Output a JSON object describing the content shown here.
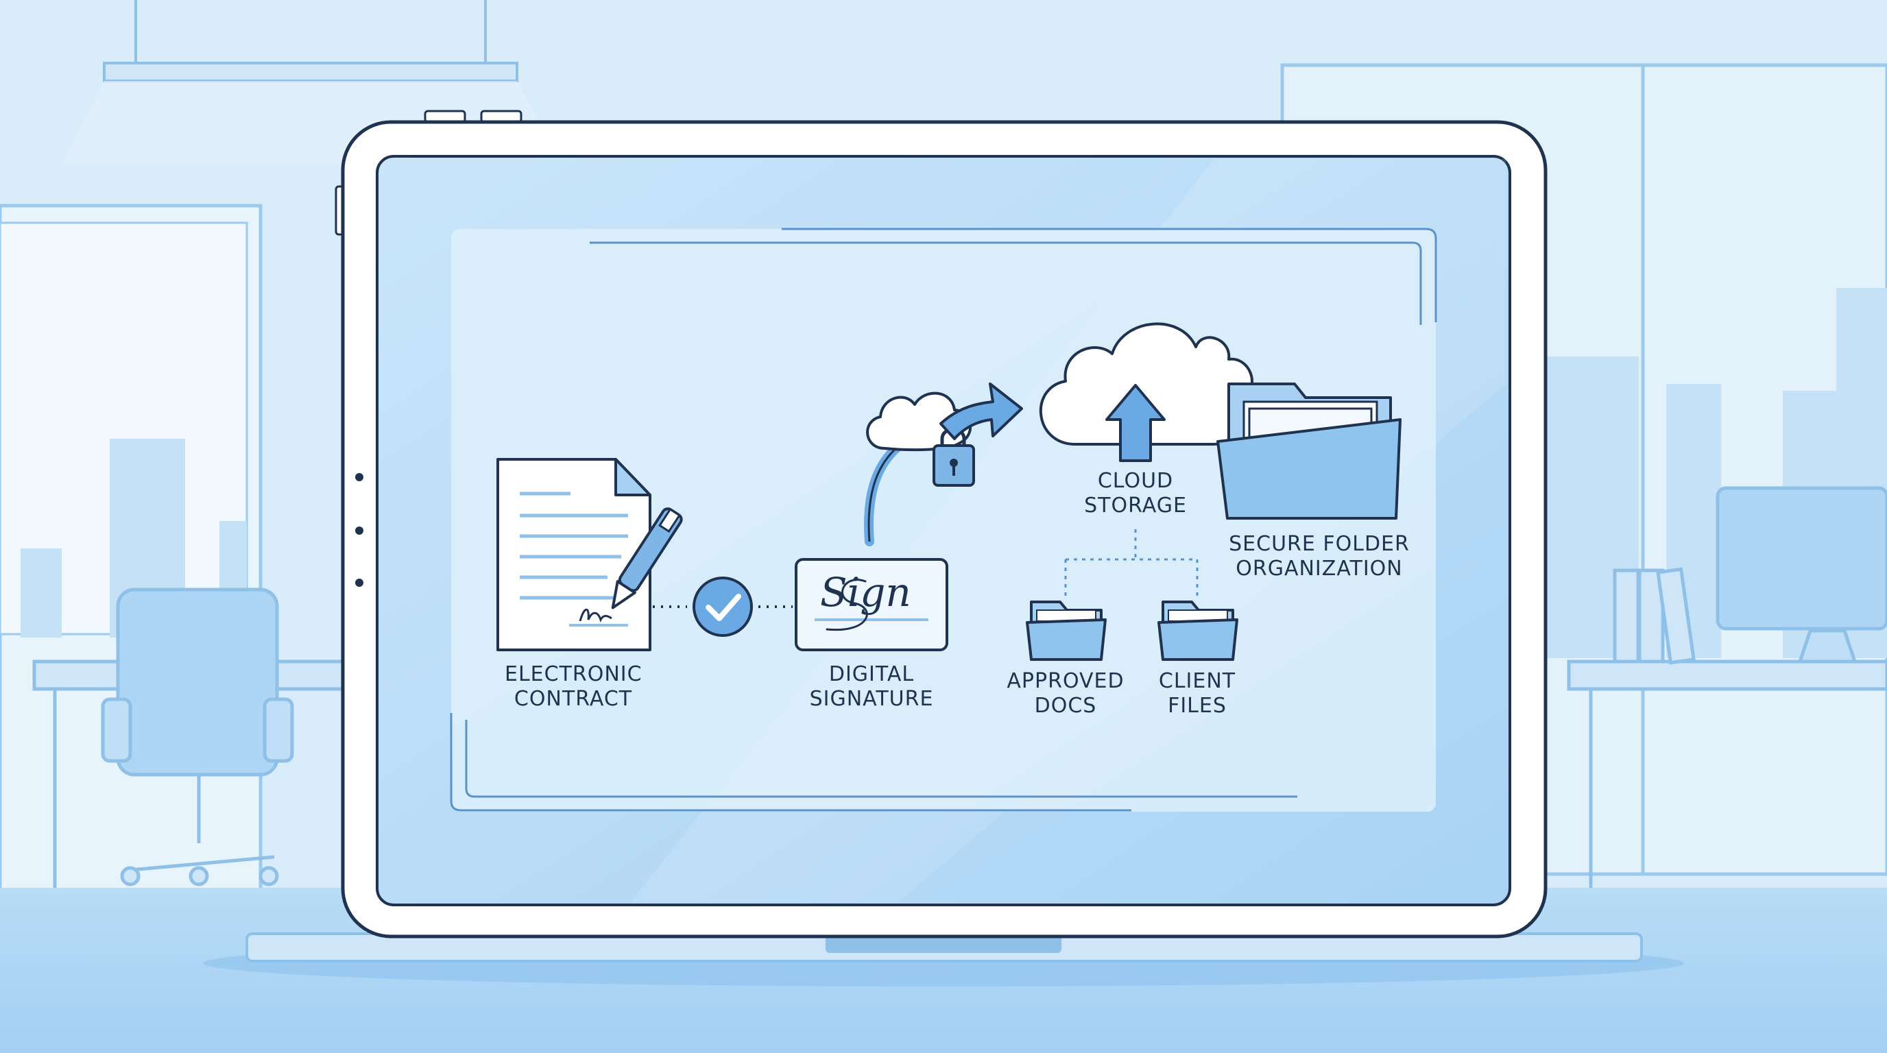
{
  "diagram": {
    "steps": [
      {
        "id": "electronic-contract",
        "line1": "ELECTRONIC",
        "line2": "CONTRACT",
        "icon": "document-pen-icon"
      },
      {
        "id": "digital-signature",
        "line1": "DIGITAL",
        "line2": "SIGNATURE",
        "sign_text": "Sign",
        "icon": "signature-card-icon"
      },
      {
        "id": "cloud-storage",
        "line1": "CLOUD",
        "line2": "STORAGE",
        "icon": "cloud-upload-icon"
      },
      {
        "id": "secure-folder",
        "line1": "SECURE FOLDER",
        "line2": "ORGANIZATION",
        "icon": "open-folder-icon"
      },
      {
        "id": "approved-docs",
        "line1": "APPROVED",
        "line2": "DOCS",
        "icon": "folder-icon"
      },
      {
        "id": "client-files",
        "line1": "CLIENT",
        "line2": "FILES",
        "icon": "folder-icon"
      }
    ],
    "connectors": [
      "checkmark-icon",
      "lock-cloud-icon",
      "arrow-icon"
    ]
  },
  "colors": {
    "background": "#d9ecf9",
    "screen": "#b6dbf6",
    "accent": "#6aa9e4",
    "outline": "#1f3350"
  }
}
